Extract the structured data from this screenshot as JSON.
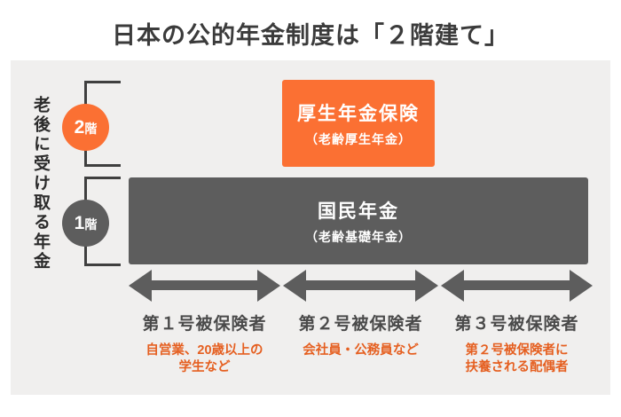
{
  "title": "日本の公的年金制度は「２階建て」",
  "side_label": "老後に受け取る年金",
  "colors": {
    "orange": "#fb7033",
    "orange_text": "#e55f20",
    "dark_gray": "#5d5d5d",
    "panel_gray": "#f0efee",
    "bracket_line": "#3f3f3f",
    "title_text": "#3b3b3b"
  },
  "floors": [
    {
      "badge_number": "2",
      "badge_unit": "階",
      "box_title": "厚生年金保険",
      "box_subtitle": "（老齢厚生年金）"
    },
    {
      "badge_number": "1",
      "badge_unit": "階",
      "box_title": "国民年金",
      "box_subtitle": "（老齢基礎年金）"
    }
  ],
  "columns": [
    {
      "label": "第１号被保険者",
      "description_lines": [
        "自営業、20歳以上の",
        "学生など"
      ]
    },
    {
      "label": "第２号被保険者",
      "description_lines": [
        "会社員・公務員など"
      ]
    },
    {
      "label": "第３号被保険者",
      "description_lines": [
        "第２号被保険者に",
        "扶養される配偶者"
      ]
    }
  ]
}
